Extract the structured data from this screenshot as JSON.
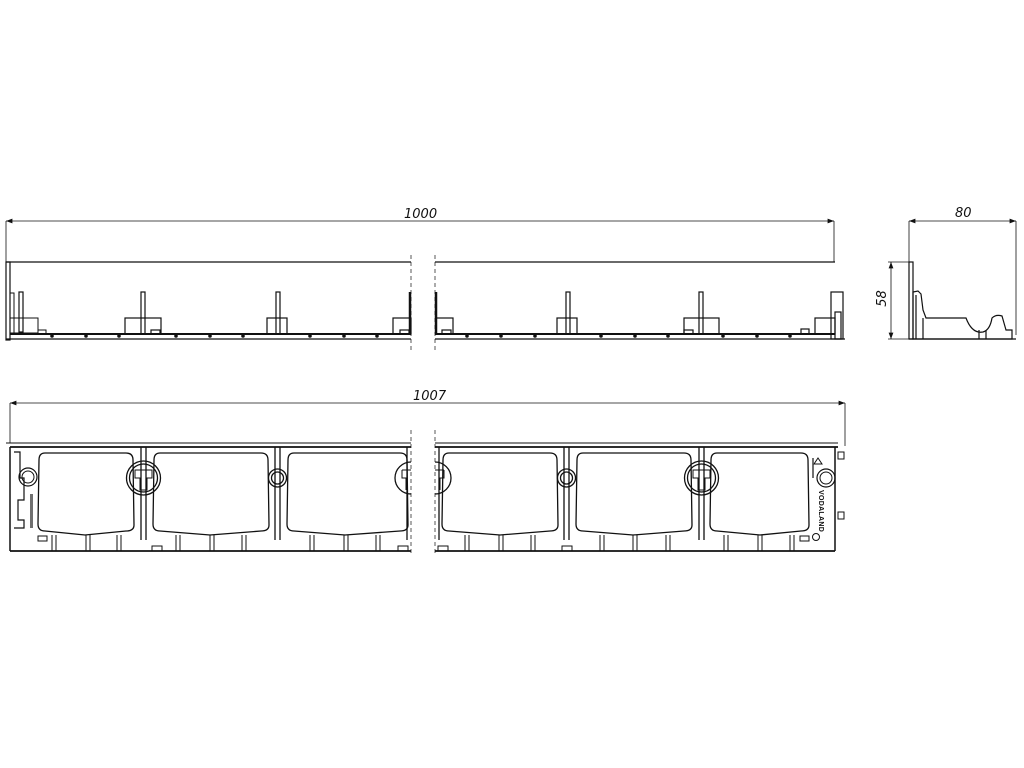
{
  "drawing": {
    "subject": "drainage channel technical drawing",
    "stroke_color": "#111111",
    "background": "#ffffff"
  },
  "views": {
    "side_view": {
      "name": "side elevation",
      "dimension_length": "1000"
    },
    "end_view": {
      "name": "cross section",
      "dimension_width": "80",
      "dimension_height": "58"
    },
    "top_view": {
      "name": "plan view",
      "dimension_length": "1007",
      "brand_text": "VODALAND"
    }
  }
}
